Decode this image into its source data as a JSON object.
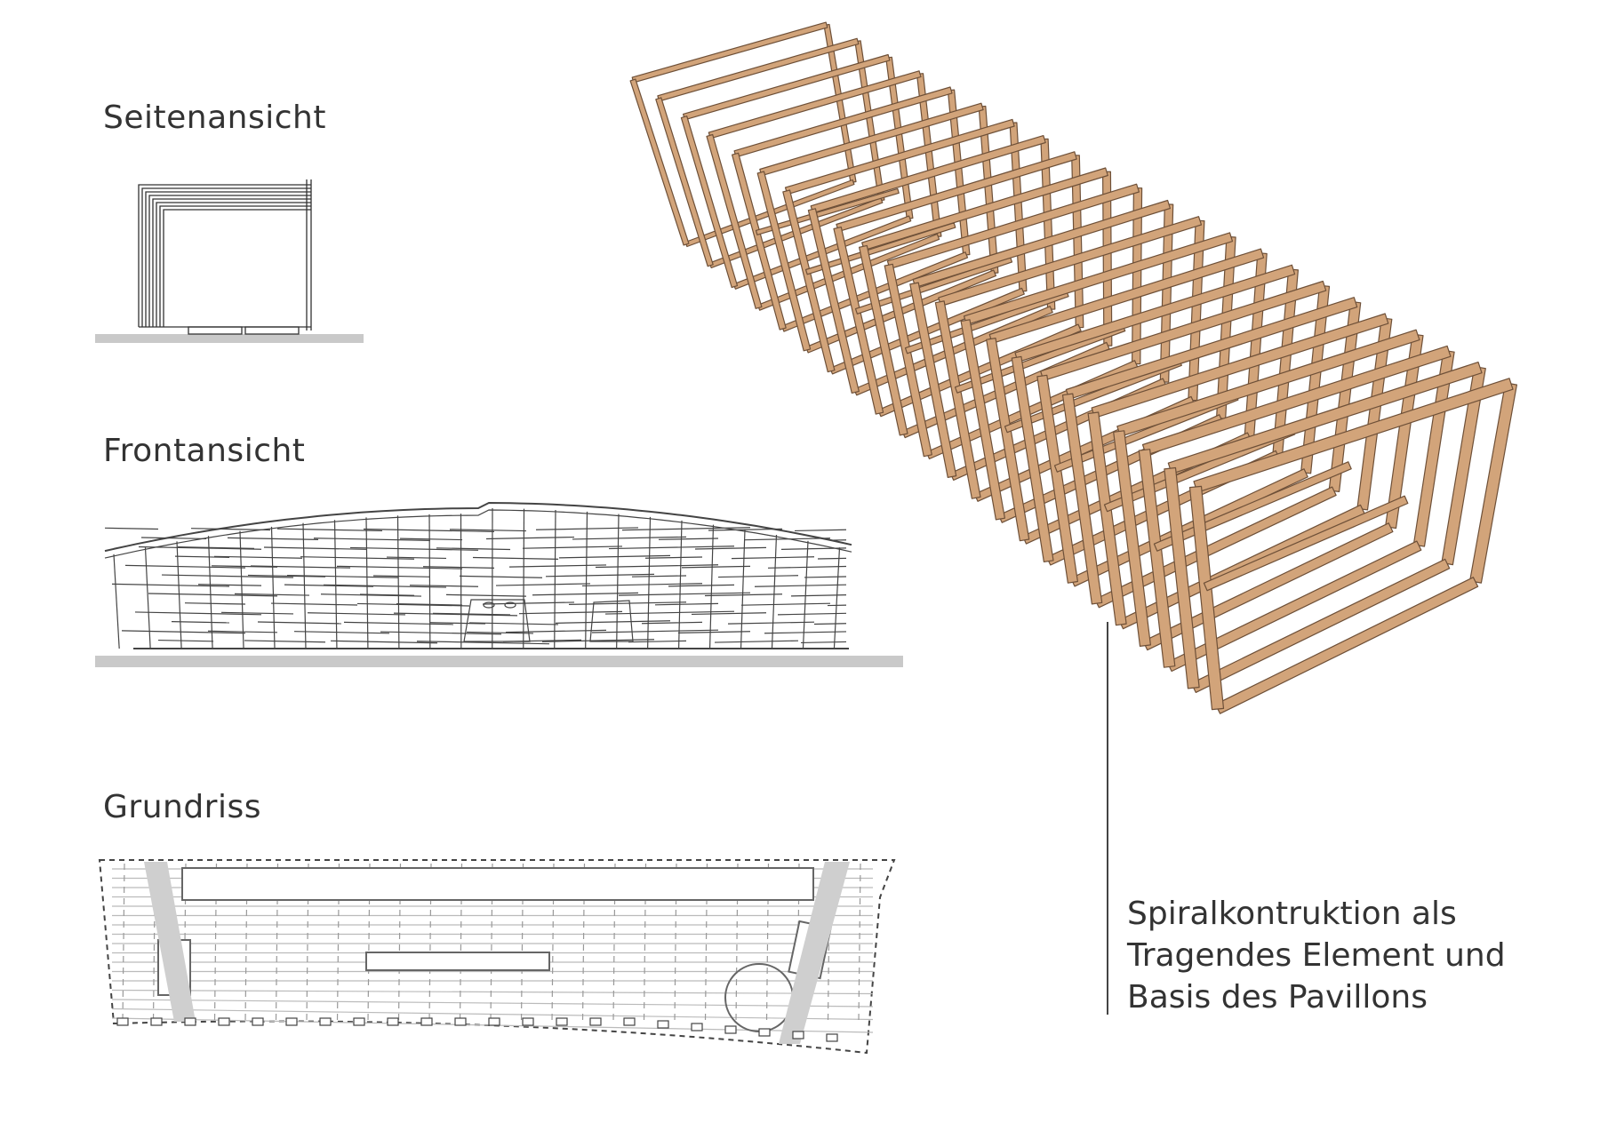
{
  "views": {
    "side": "Seitenansicht",
    "front": "Frontansicht",
    "plan": "Grundriss"
  },
  "caption": {
    "line1": "Spiralkontruktion als",
    "line2": "Tragendes Element und",
    "line3": "Basis des Pavillons"
  },
  "colors": {
    "timber": "#D2A47A",
    "timber_edge": "#6E5038",
    "line": "#333333",
    "ground": "#C9C9C9"
  },
  "frame_count": 23
}
